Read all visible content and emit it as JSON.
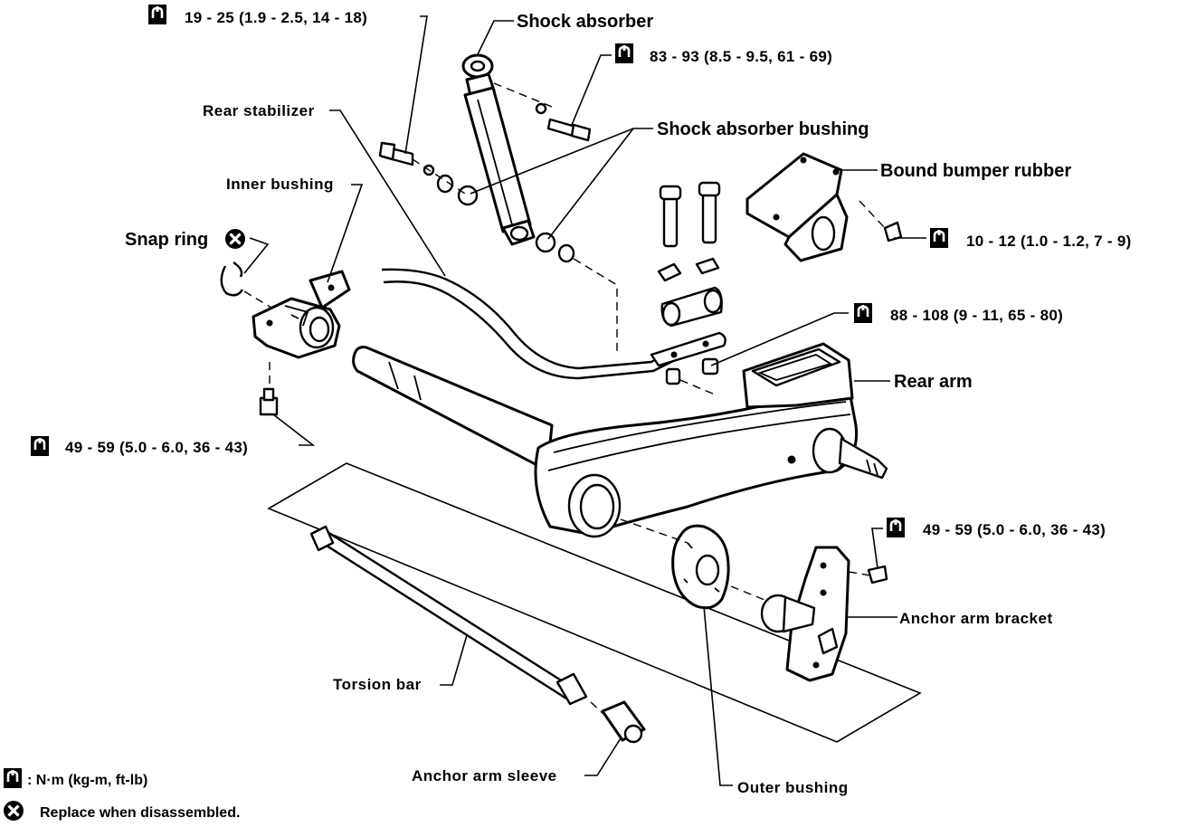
{
  "colors": {
    "ink": "#000000",
    "paper": "#ffffff"
  },
  "icons": {
    "torque": "torque-wrench-icon",
    "replace": "replace-x-circle-icon"
  },
  "labels": {
    "shock_absorber": "Shock absorber",
    "shock_absorber_bushing": "Shock absorber bushing",
    "rear_stabilizer": "Rear stabilizer",
    "inner_bushing": "Inner bushing",
    "snap_ring": "Snap ring",
    "bound_bumper_rubber": "Bound bumper rubber",
    "rear_arm": "Rear arm",
    "anchor_arm_bracket": "Anchor arm bracket",
    "torsion_bar": "Torsion bar",
    "anchor_arm_sleeve": "Anchor arm sleeve",
    "outer_bushing": "Outer bushing"
  },
  "torque_specs": {
    "t1": "19 - 25 (1.9 - 2.5, 14 - 18)",
    "t2": "83 - 93 (8.5 - 9.5, 61 - 69)",
    "t3": "10 - 12 (1.0 - 1.2, 7 - 9)",
    "t4": "88 - 108 (9 - 11, 65 - 80)",
    "t5": "49 - 59 (5.0 - 6.0, 36 - 43)",
    "t6": "49 - 59 (5.0 - 6.0, 36 - 43)"
  },
  "legend": {
    "torque_unit": ":  N·m (kg-m, ft-lb)",
    "replace_note": "Replace when disassembled."
  }
}
